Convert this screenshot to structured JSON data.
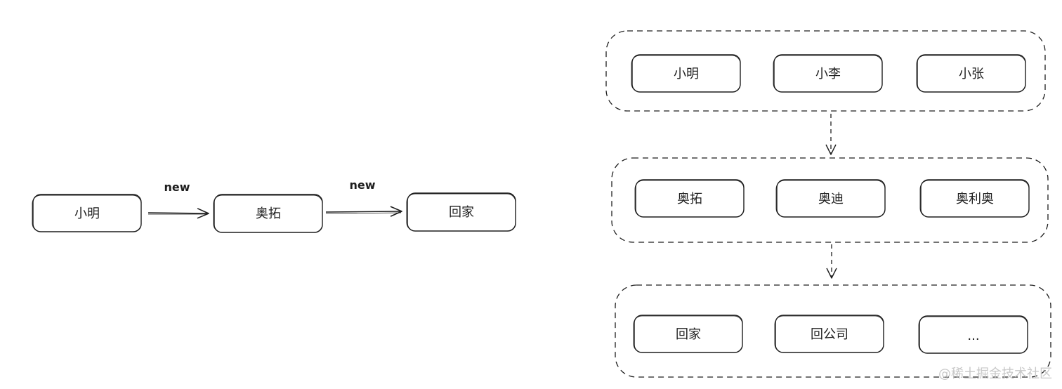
{
  "left_flow": {
    "nodes": [
      {
        "label": "小明"
      },
      {
        "label": "奥拓"
      },
      {
        "label": "回家"
      }
    ],
    "edges": [
      {
        "label": "new"
      },
      {
        "label": "new"
      }
    ]
  },
  "right_groups": [
    {
      "items": [
        {
          "label": "小明"
        },
        {
          "label": "小李"
        },
        {
          "label": "小张"
        }
      ]
    },
    {
      "items": [
        {
          "label": "奥拓"
        },
        {
          "label": "奥迪"
        },
        {
          "label": "奥利奥"
        }
      ]
    },
    {
      "items": [
        {
          "label": "回家"
        },
        {
          "label": "回公司"
        },
        {
          "label": "..."
        }
      ]
    }
  ],
  "watermark": "@稀土掘金技术社区",
  "colors": {
    "stroke": "#1e1e1e",
    "text": "#1e1e1e",
    "background": "#ffffff",
    "watermark": "#c8c8c8"
  }
}
